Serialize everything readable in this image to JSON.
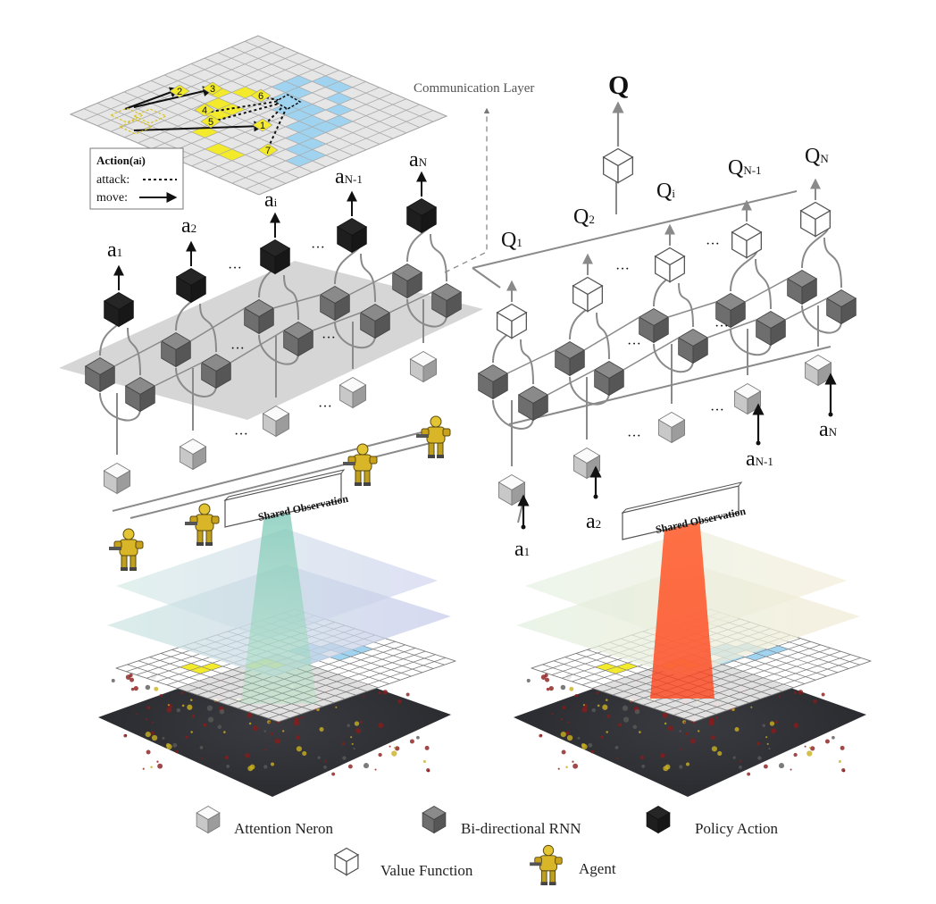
{
  "labels": {
    "communication_layer": "Communication Layer",
    "q_total": "Q",
    "shared_observation_left": "Shared Observation",
    "shared_observation_right": "Shared Observation",
    "ellipsis": "···"
  },
  "action_box": {
    "title": "Action(a",
    "title_sub": "i",
    "title_end": ")",
    "attack": "attack:",
    "move": "move:"
  },
  "grid_numbers": [
    "2",
    "3",
    "4",
    "5",
    "6",
    "1",
    "7"
  ],
  "policy_outputs": [
    {
      "base": "a",
      "sub": "1"
    },
    {
      "base": "a",
      "sub": "2"
    },
    {
      "base": "a",
      "sub": "i"
    },
    {
      "base": "a",
      "sub": "N-1"
    },
    {
      "base": "a",
      "sub": "N"
    }
  ],
  "q_outputs": [
    {
      "base": "Q",
      "sub": "1"
    },
    {
      "base": "Q",
      "sub": "2"
    },
    {
      "base": "Q",
      "sub": "i"
    },
    {
      "base": "Q",
      "sub": "N-1"
    },
    {
      "base": "Q",
      "sub": "N"
    }
  ],
  "action_inputs": [
    {
      "base": "a",
      "sub": "1"
    },
    {
      "base": "a",
      "sub": "2"
    },
    {
      "base": "a",
      "sub": "N-1"
    },
    {
      "base": "a",
      "sub": "N"
    }
  ],
  "legend": [
    {
      "label": "Attention Neron",
      "kind": "attention"
    },
    {
      "label": "Bi-directional RNN",
      "kind": "rnn"
    },
    {
      "label": "Policy Action",
      "kind": "policy"
    },
    {
      "label": "Value Function",
      "kind": "value"
    },
    {
      "label": "Agent",
      "kind": "agent"
    }
  ],
  "colors": {
    "attention": "#c8c8c8",
    "rnn": "#6e6e6e",
    "policy": "#1e1e1e",
    "value": "#ffffff",
    "grid_blue": "#9fd3ef",
    "grid_yellow": "#f2ea2a",
    "beam_left": "#3fae8a",
    "beam_right": "#ff4a1c",
    "line": "#8a8a8a"
  }
}
